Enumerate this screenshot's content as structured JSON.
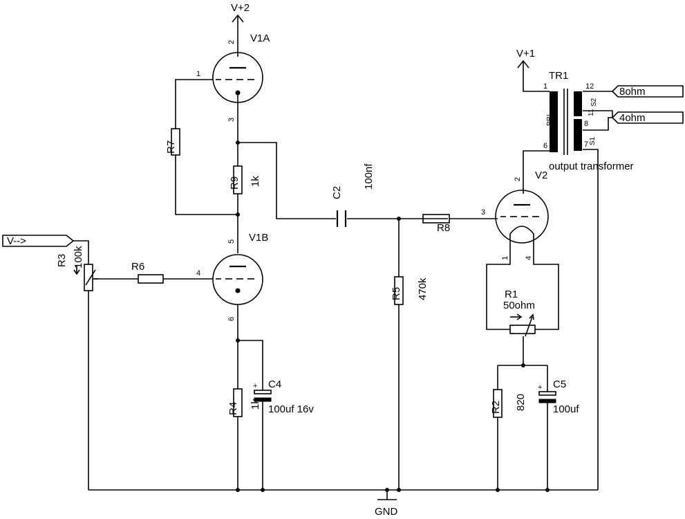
{
  "supplies": {
    "v2": "V+2",
    "v1": "V+1",
    "gnd": "GND"
  },
  "input": {
    "label": "V-->"
  },
  "tubes": {
    "v1a": {
      "name": "V1A",
      "pin_plate": "2",
      "pin_grid": "1",
      "pin_cathode": "3"
    },
    "v1b": {
      "name": "V1B",
      "pin_plate": "5",
      "pin_grid": "4",
      "pin_cathode": "6"
    },
    "v2": {
      "name": "V2",
      "pin_plate": "2",
      "pin_grid": "3",
      "pin_h1": "1",
      "pin_h2": "4"
    }
  },
  "resistors": {
    "r1": {
      "name": "R1",
      "value": "50ohm"
    },
    "r2": {
      "name": "R2",
      "value": "820"
    },
    "r3": {
      "name": "R3",
      "value": "100k"
    },
    "r4": {
      "name": "R4",
      "value": "1k"
    },
    "r5": {
      "name": "R5",
      "value": "470k"
    },
    "r6": {
      "name": "R6"
    },
    "r7": {
      "name": "R7"
    },
    "r8": {
      "name": "R8"
    },
    "r9": {
      "name": "R9",
      "value": "1k"
    }
  },
  "capacitors": {
    "c2": {
      "name": "C2",
      "value": "100nf"
    },
    "c4": {
      "name": "C4",
      "value": "100uf 16v",
      "polarity": "+"
    },
    "c5": {
      "name": "C5",
      "value": "100uf",
      "polarity": "+"
    }
  },
  "transformer": {
    "name": "TR1",
    "description": "output transformer",
    "primary_label": "PRI",
    "sec1_label": "S1",
    "sec2_label": "S2",
    "pins": {
      "p1": "1",
      "p6": "6",
      "p12": "12",
      "p11": "11",
      "p8": "8",
      "p7": "7"
    },
    "out_8": "8ohm",
    "out_4": "4ohm"
  }
}
